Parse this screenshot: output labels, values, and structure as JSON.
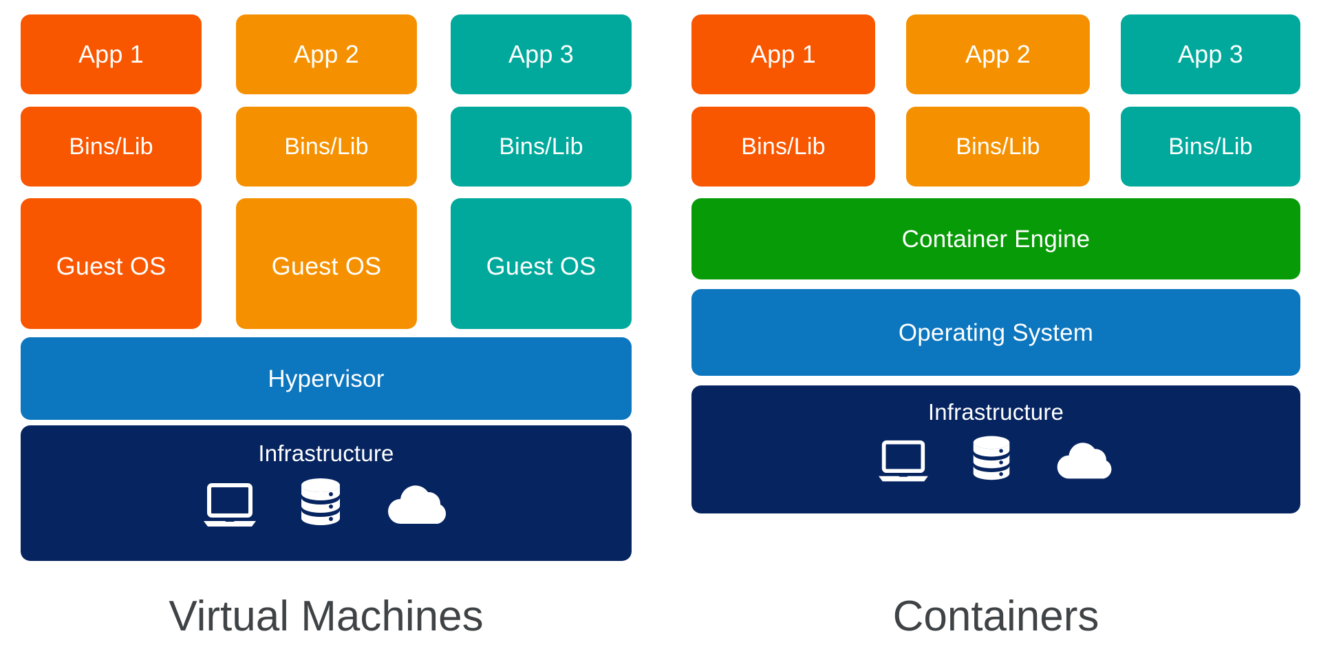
{
  "diagram": {
    "title_left": "Virtual Machines",
    "title_right": "Containers",
    "colors": {
      "app1": "#F95600",
      "app2": "#F59100",
      "app3": "#01A99C",
      "hypervisor": "#0C76BE",
      "operating_system": "#0C76BE",
      "container_engine": "#089B08",
      "infrastructure": "#062460",
      "caption_text": "#3F4345",
      "block_text": "#FFFFFF",
      "background": "#FFFFFF"
    }
  },
  "vm": {
    "caption": "Virtual Machines",
    "columns": [
      {
        "app": "App 1",
        "bins": "Bins/Lib",
        "guest_os": "Guest OS"
      },
      {
        "app": "App 2",
        "bins": "Bins/Lib",
        "guest_os": "Guest OS"
      },
      {
        "app": "App 3",
        "bins": "Bins/Lib",
        "guest_os": "Guest OS"
      }
    ],
    "hypervisor": "Hypervisor",
    "infrastructure": "Infrastructure"
  },
  "containers": {
    "caption": "Containers",
    "columns": [
      {
        "app": "App 1",
        "bins": "Bins/Lib"
      },
      {
        "app": "App 2",
        "bins": "Bins/Lib"
      },
      {
        "app": "App 3",
        "bins": "Bins/Lib"
      }
    ],
    "container_engine": "Container Engine",
    "operating_system": "Operating System",
    "infrastructure": "Infrastructure"
  },
  "icons": {
    "laptop": "laptop-icon",
    "database": "database-icon",
    "cloud": "cloud-icon"
  }
}
